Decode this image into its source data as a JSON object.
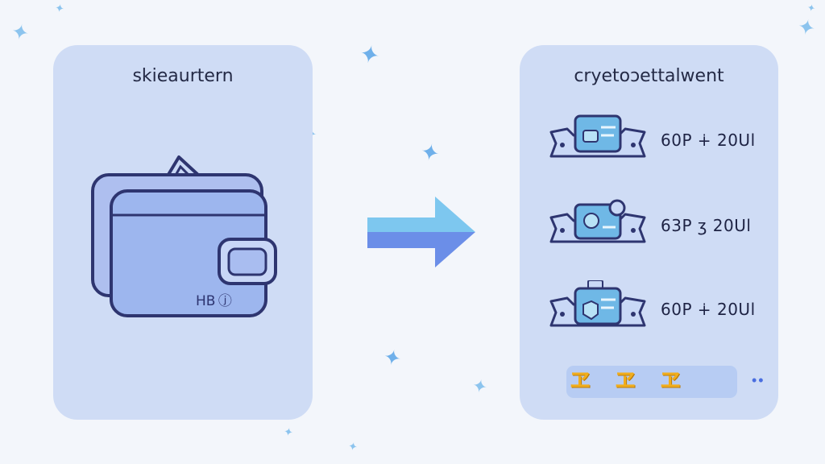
{
  "left_panel": {
    "title": "skieaurtern",
    "wallet_label": "HB ⓙ"
  },
  "right_panel": {
    "title": "cryetoɔettalwent",
    "items": [
      {
        "value": "60P ∔ 20Ul"
      },
      {
        "value": "63P ʒ 20Ul"
      },
      {
        "value": "60P ∔ 20Ul"
      }
    ],
    "bottom_bar": {
      "glyphs": [
        "ヱ",
        "ヱ",
        "ヱ"
      ],
      "more": "••"
    }
  },
  "colors": {
    "panel": "#cfdcf5",
    "wallet_fill": "#9db6ee",
    "arrow_top": "#7dc7ef",
    "arrow_bottom": "#6b8ee8",
    "glyph": "#f1ad1c",
    "sparkle": "#8cc4ee"
  },
  "icons": [
    "wallet-icon",
    "arrow-right-icon",
    "card-icon",
    "sparkle-icon"
  ]
}
